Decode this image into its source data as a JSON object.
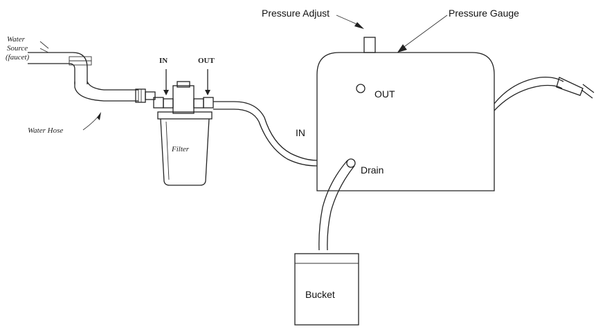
{
  "labels": {
    "water_source_line1": "Water",
    "water_source_line2": "Source",
    "water_source_line3": "(faucet)",
    "water_hose": "Water Hose",
    "filter_in": "IN",
    "filter_out": "OUT",
    "filter": "Filter",
    "pressure_adjust": "Pressure Adjust",
    "pressure_gauge": "Pressure Gauge",
    "unit_out": "OUT",
    "unit_in": "IN",
    "drain": "Drain",
    "bucket": "Bucket"
  }
}
